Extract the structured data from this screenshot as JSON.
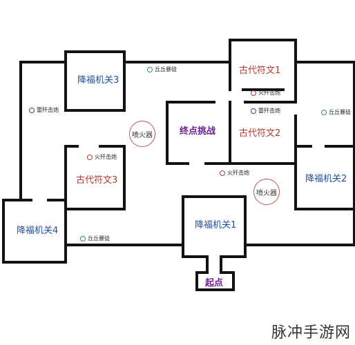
{
  "map": {
    "rooms": {
      "jiangfu1": "降福机关1",
      "jiangfu2": "降福机关2",
      "jiangfu3": "降福机关3",
      "jiangfu4": "降福机关4",
      "guwen1": "古代符文1",
      "guwen2": "古代符文2",
      "guwen3": "古代符文3",
      "zhongdian": "终点挑战",
      "qidian": "起点"
    },
    "fire_nozzles": [
      "喷火器",
      "喷火器"
    ],
    "markers": {
      "qiuqiu_top": "丘丘暴徒",
      "qiuqiu_right": "丘丘暴徒",
      "qiuqiu_bottom": "丘丘暴徒",
      "leiting_left": "雷歼击炮",
      "leiting_mid": "雷歼击炮",
      "huo_top": "火歼击炮",
      "huo_left": "火歼击炮",
      "huo_mid": "火歼击炮"
    },
    "colors": {
      "wall": "#111111",
      "blue_room": "#1f4e9e",
      "red_room": "#b33a2f",
      "purple_room": "#6b1e8f",
      "enemy_green": "#2f8f4e"
    }
  },
  "watermark": "脉冲手游网"
}
